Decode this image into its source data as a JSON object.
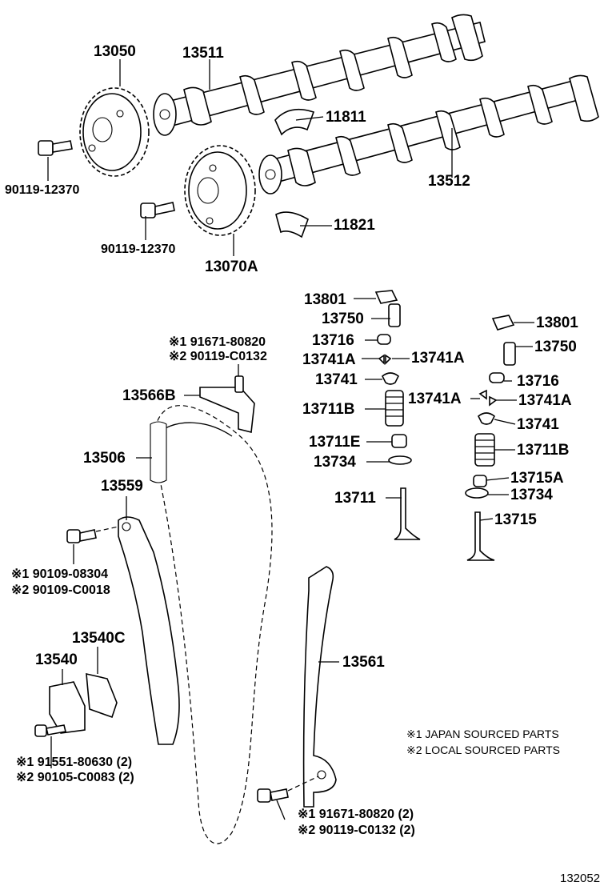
{
  "callouts": {
    "p13050": "13050",
    "p13511": "13511",
    "p11811": "11811",
    "p13512": "13512",
    "p11821": "11821",
    "p90119_a": "90119-12370",
    "p90119_b": "90119-12370",
    "p13070A": "13070A",
    "p13801_l": "13801",
    "p13750_l": "13750",
    "p13716_l": "13716",
    "p13741A_l1": "13741A",
    "p13741A_l2": "13741A",
    "p13741_l": "13741",
    "p13711B_l": "13711B",
    "p13711E": "13711E",
    "p13734_l": "13734",
    "p13711": "13711",
    "p13801_r": "13801",
    "p13750_r": "13750",
    "p13716_r": "13716",
    "p13741A_r1": "13741A",
    "p13741A_r2": "13741A",
    "p13741_r": "13741",
    "p13711B_r": "13711B",
    "p13715A": "13715A",
    "p13734_r": "13734",
    "p13715": "13715",
    "bolt_guide_1": "※1 91671-80820",
    "bolt_guide_2": "※2 90119-C0132",
    "p13566B": "13566B",
    "p13506": "13506",
    "p13559": "13559",
    "bolt_slip_1": "※1 90109-08304",
    "bolt_slip_2": "※2 90109-C0018",
    "p13540C": "13540C",
    "p13540": "13540",
    "p13561": "13561",
    "bolt_tens_1": "※1 91551-80630 (2)",
    "bolt_tens_2": "※2 90105-C0083 (2)",
    "bolt_guide2_1": "※1 91671-80820 (2)",
    "bolt_guide2_2": "※2 90119-C0132 (2)"
  },
  "legend": {
    "japan": "※1  JAPAN SOURCED PARTS",
    "local": "※2  LOCAL SOURCED PARTS"
  },
  "figure_number": "132052"
}
